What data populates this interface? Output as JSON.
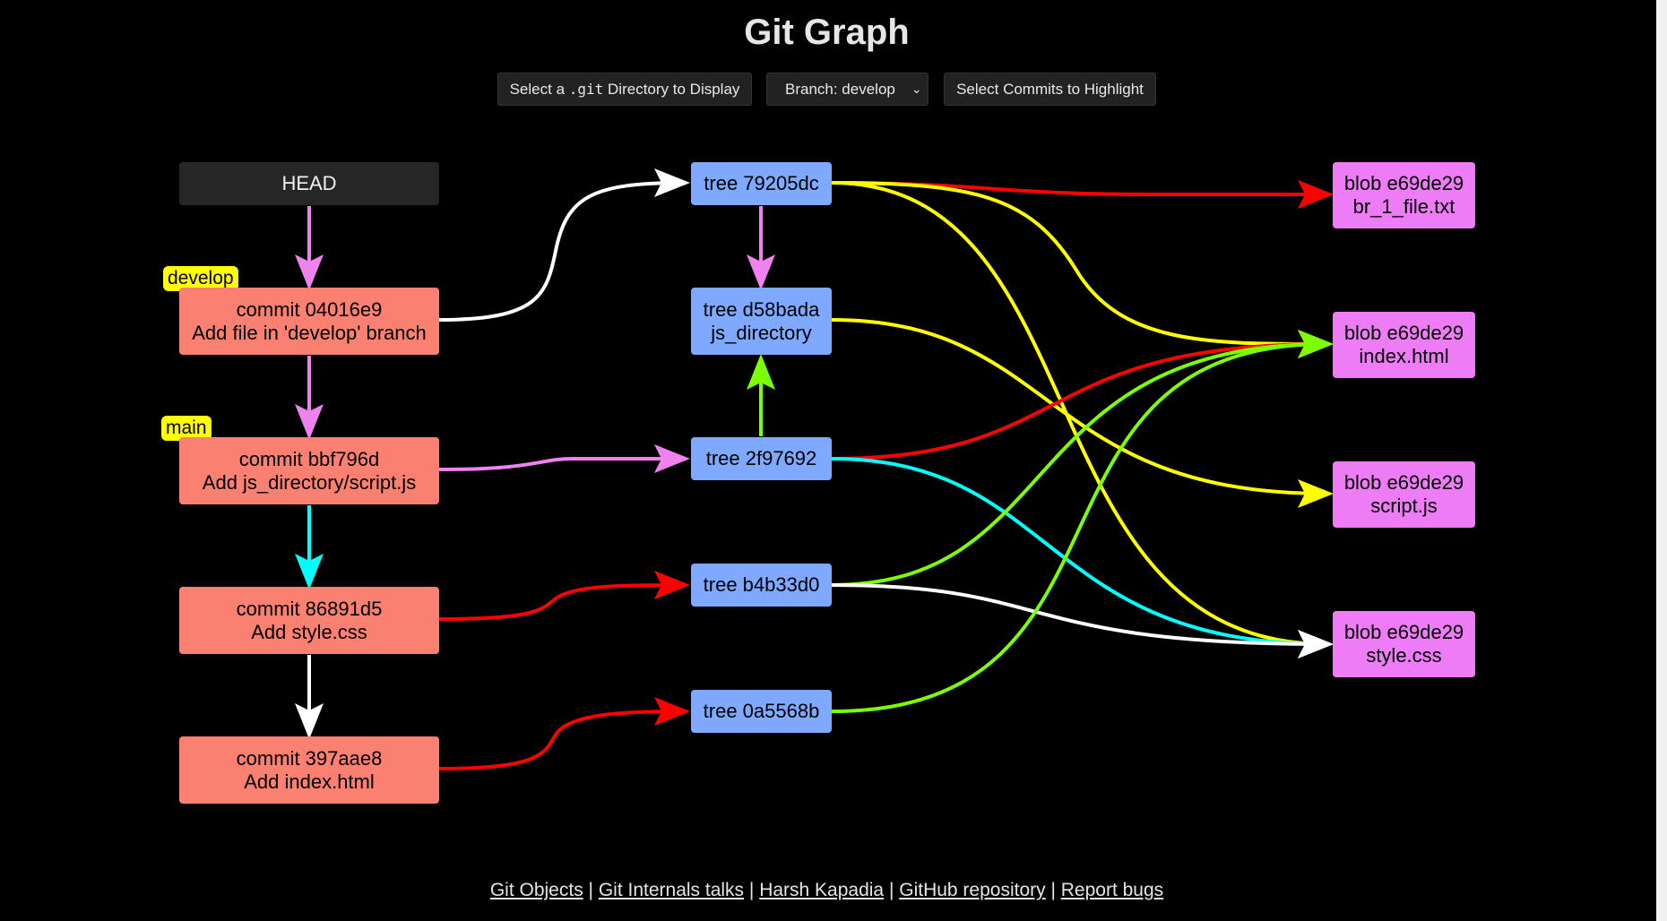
{
  "title": "Git Graph",
  "toolbar": {
    "dir_prefix": "Select a ",
    "dir_code": ".git",
    "dir_suffix": " Directory to Display",
    "branch_select": "Branch: develop",
    "highlight": "Select Commits to Highlight"
  },
  "head": {
    "label": "HEAD"
  },
  "branches": {
    "develop": "develop",
    "main": "main"
  },
  "commits": [
    {
      "id": "commit 04016e9",
      "message": "Add file in 'develop' branch"
    },
    {
      "id": "commit bbf796d",
      "message": "Add js_directory/script.js"
    },
    {
      "id": "commit 86891d5",
      "message": "Add style.css"
    },
    {
      "id": "commit 397aae8",
      "message": "Add index.html"
    }
  ],
  "trees": [
    {
      "id": "tree 79205dc",
      "name": ""
    },
    {
      "id": "tree d58bada",
      "name": "js_directory"
    },
    {
      "id": "tree 2f97692",
      "name": ""
    },
    {
      "id": "tree b4b33d0",
      "name": ""
    },
    {
      "id": "tree 0a5568b",
      "name": ""
    }
  ],
  "blobs": [
    {
      "id": "blob e69de29",
      "name": "br_1_file.txt"
    },
    {
      "id": "blob e69de29",
      "name": "index.html"
    },
    {
      "id": "blob e69de29",
      "name": "script.js"
    },
    {
      "id": "blob e69de29",
      "name": "style.css"
    }
  ],
  "colors": {
    "commit": "#fa8072",
    "tree": "#7fa8ff",
    "blob": "#ee7cf6",
    "red": "#ff0000",
    "yellow": "#ffff00",
    "white": "#ffffff",
    "green": "#7cff00",
    "violet": "#ee82ee",
    "cyan": "#00ffff"
  },
  "footer": {
    "links": [
      "Git Objects",
      "Git Internals talks",
      "Harsh Kapadia",
      "GitHub repository",
      "Report bugs"
    ],
    "separator": " | "
  }
}
